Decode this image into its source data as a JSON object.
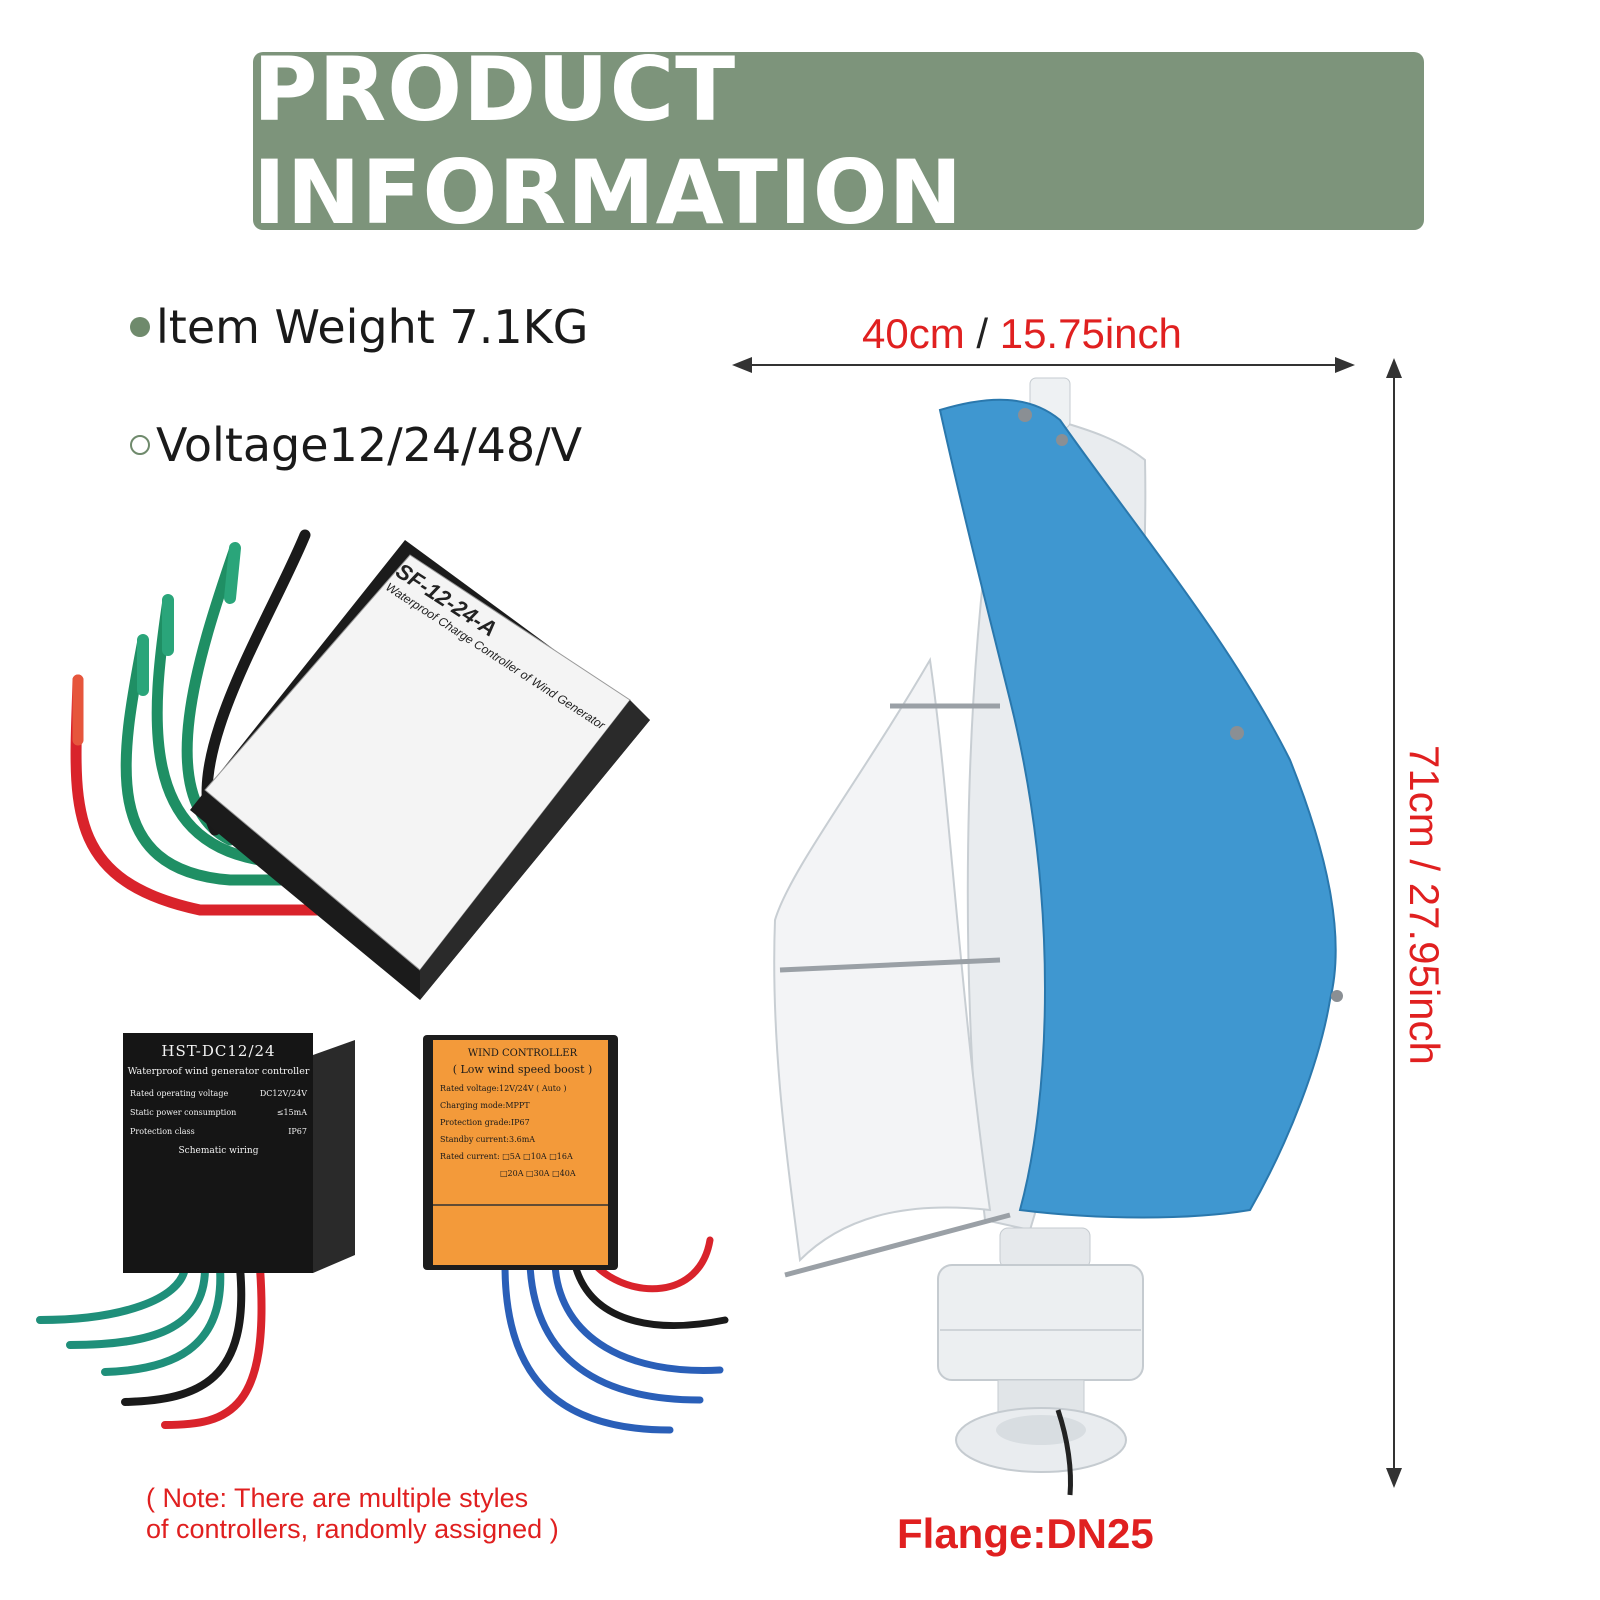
{
  "banner": {
    "title": "PRODUCT INFORMATION"
  },
  "specs": {
    "weight": "ltem Weight 7.1KG",
    "voltage": "Voltage12/24/48/V"
  },
  "dimensions": {
    "width_cm": "40cm",
    "separator": "/",
    "width_inch": "15.75inch",
    "height": "71cm / 27.95inch"
  },
  "controllers": {
    "sf": {
      "model": "SF-12-24-A",
      "subtitle": "Waterproof Charge Controller of Wind Generator"
    },
    "hst": {
      "model": "HST-DC12/24",
      "subtitle": "Waterproof wind generator controller",
      "rows": [
        {
          "label": "Rated operating voltage",
          "value": "DC12V/24V"
        },
        {
          "label": "Static power consumption",
          "value": "≤15mA"
        },
        {
          "label": "Protection class",
          "value": "IP67"
        }
      ],
      "wiring": "Schematic wiring"
    },
    "orange": {
      "title": "WIND CONTROLLER",
      "subtitle": "( Low wind speed boost )",
      "lines": [
        "Rated voltage:12V/24V ( Auto )",
        "Charging mode:MPPT",
        "Protection grade:IP67",
        "Standby current:3.6mA",
        "Rated current: □5A □10A □16A",
        "□20A □30A □40A"
      ]
    }
  },
  "note": {
    "line1": "( Note: There are multiple styles",
    "line2": "of controllers, randomly assigned )"
  },
  "flange": "Flange:DN25",
  "colors": {
    "banner": "#7d947b",
    "accent_red": "#e02020",
    "blade_blue": "#3f97d0"
  }
}
